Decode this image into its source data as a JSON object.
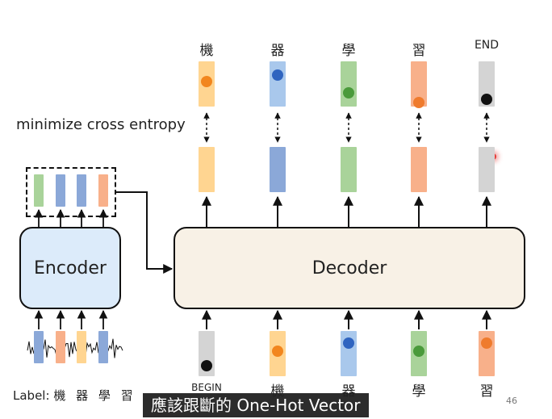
{
  "outputs": [
    {
      "label": "機",
      "color": "#ffd591",
      "dot": "#f2861e"
    },
    {
      "label": "器",
      "color": "#a9c8ec",
      "dot": "#2f64c0"
    },
    {
      "label": "學",
      "color": "#a9d39a",
      "dot": "#4a9a3b"
    },
    {
      "label": "習",
      "color": "#f8b08a",
      "dot": "#ef7b2d"
    },
    {
      "label": "END",
      "color": "#d4d4d4",
      "dot": "#111111"
    }
  ],
  "decoder_outputs": [
    {
      "color": "#ffd591"
    },
    {
      "color": "#8ba8d8"
    },
    {
      "color": "#a9d39a"
    },
    {
      "color": "#f8b08a"
    },
    {
      "color": "#d4d4d4"
    }
  ],
  "inputs": [
    {
      "label": "BEGIN",
      "color": "#d4d4d4",
      "dot": "#111111"
    },
    {
      "label": "機",
      "color": "#ffd591",
      "dot": "#f2861e"
    },
    {
      "label": "器",
      "color": "#a9c8ec",
      "dot": "#2f64c0"
    },
    {
      "label": "學",
      "color": "#a9d39a",
      "dot": "#4a9a3b"
    },
    {
      "label": "習",
      "color": "#f8b08a",
      "dot": "#ef7b2d"
    }
  ],
  "encoder_outputs": [
    "#a9d39a",
    "#8ba8d8",
    "#8ba8d8",
    "#f8b08a"
  ],
  "encoder_inputs": [
    "#8ba8d8",
    "#f8b08a",
    "#ffd591",
    "#8ba8d8"
  ],
  "text": {
    "loss": "minimize cross entropy",
    "encoder": "Encoder",
    "decoder": "Decoder",
    "label_prefix": "Label:",
    "label_chars": "機 器 學 習",
    "subtitle": "應該跟斷的 One-Hot Vector",
    "page_number": "46"
  },
  "colors": {
    "encoder_fill": "#dcebfa",
    "decoder_fill": "#f8f1e6",
    "subtitle_bg": "#2c2c2c",
    "pointer": "#e53935"
  }
}
